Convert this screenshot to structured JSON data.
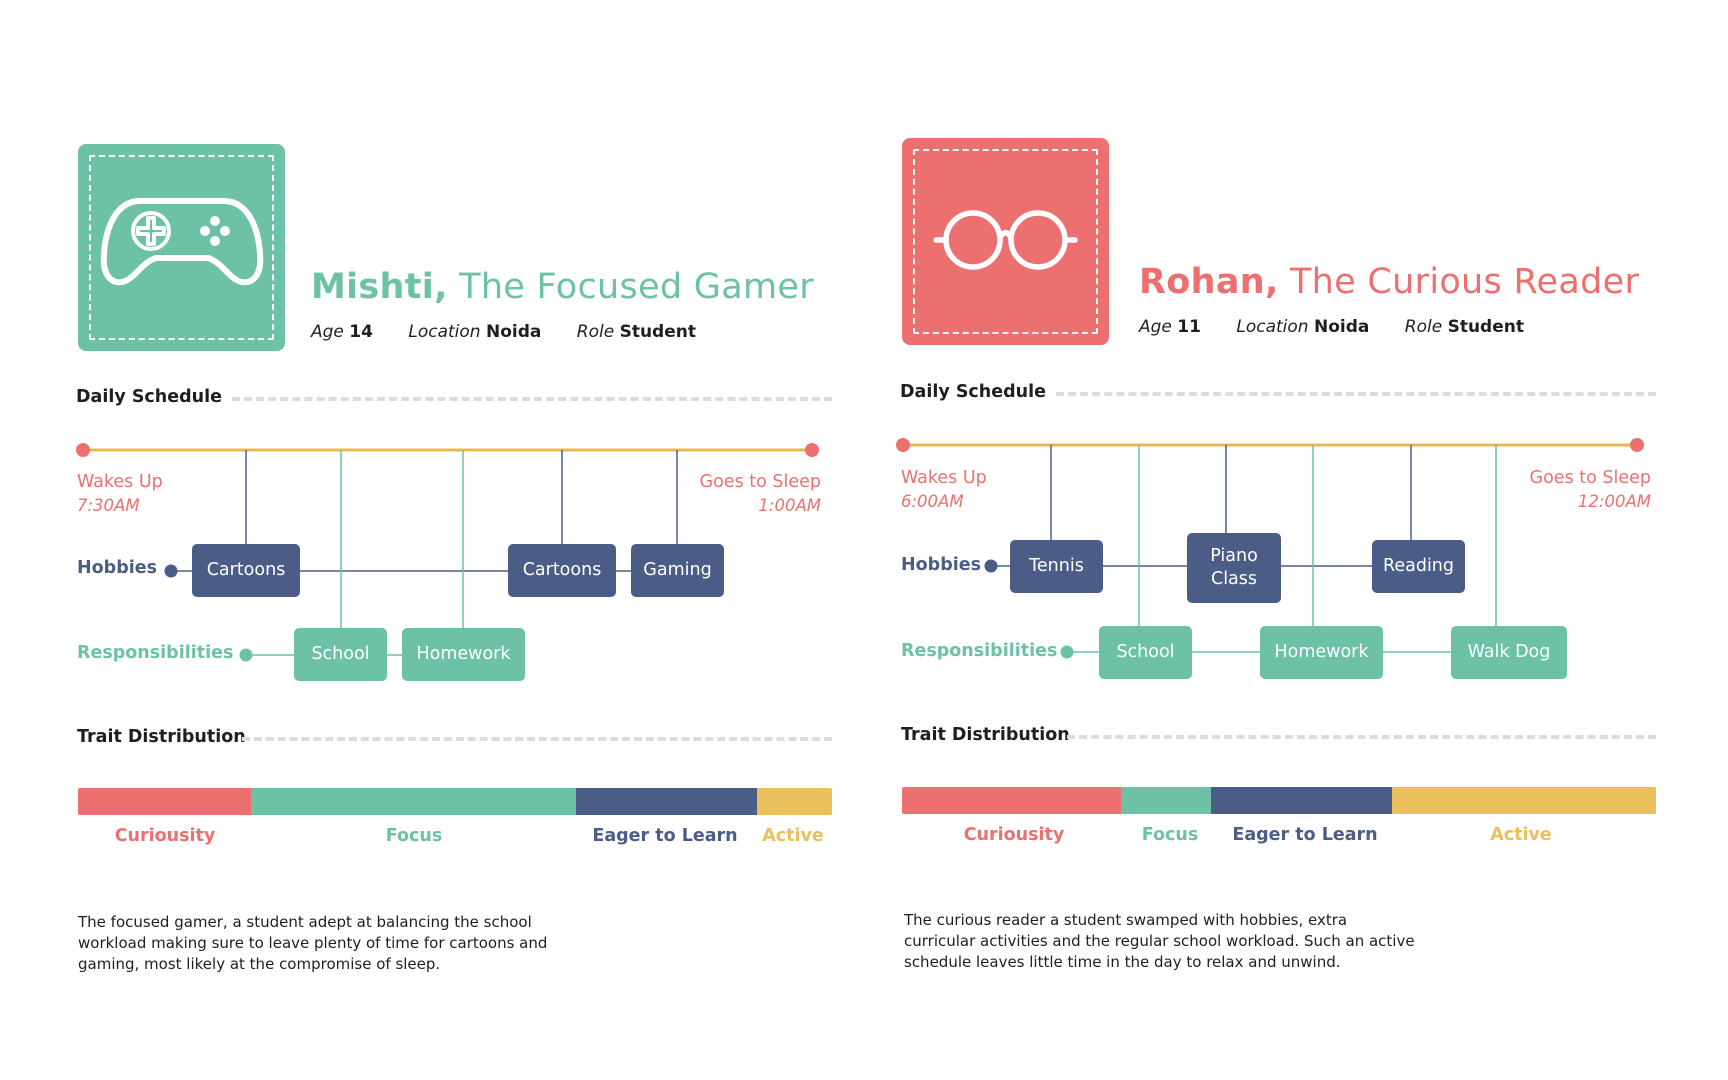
{
  "colors": {
    "red": "#ec7070",
    "teal": "#6cc1a7",
    "navy": "#4b5d87",
    "yellow": "#eabf5c",
    "orange_line": "#e9b650",
    "text": "#1f1f1f",
    "dash": "#dcdcdc"
  },
  "personas": [
    {
      "icon": "gamepad-icon",
      "accent": "#6cc1a7",
      "name": "Mishti,",
      "subtitle": "The Focused Gamer",
      "age_label": "Age",
      "age_value": "14",
      "location_label": "Location",
      "location_value": "Noida",
      "role_label": "Role",
      "role_value": "Student",
      "schedule_heading": "Daily Schedule",
      "wake_label": "Wakes Up",
      "wake_time": "7:30AM",
      "sleep_label": "Goes to Sleep",
      "sleep_time": "1:00AM",
      "hobbies_label": "Hobbies",
      "responsibilities_label": "Responsibilities",
      "hobbies": [
        {
          "label": "Cartoons",
          "time": 0.22
        },
        {
          "label": "Cartoons",
          "time": 0.65
        },
        {
          "label": "Gaming",
          "time": 0.8
        }
      ],
      "responsibilities": [
        {
          "label": "School",
          "time": 0.35
        },
        {
          "label": "Homework",
          "time": 0.52
        }
      ],
      "traits_heading": "Trait Distribution",
      "traits": [
        {
          "name": "Curiousity",
          "share": 0.23,
          "color": "#ec7070"
        },
        {
          "name": "Focus",
          "share": 0.43,
          "color": "#6cc1a7"
        },
        {
          "name": "Eager to Learn",
          "share": 0.24,
          "color": "#4b5d87"
        },
        {
          "name": "Active",
          "share": 0.1,
          "color": "#eabf5c"
        }
      ],
      "description": "The focused gamer, a student adept at balancing the school\nworkload making sure to leave plenty of time for cartoons and\ngaming, most likely at the compromise of sleep."
    },
    {
      "icon": "glasses-icon",
      "accent": "#ec7070",
      "name": "Rohan,",
      "subtitle": "The Curious Reader",
      "age_label": "Age",
      "age_value": "11",
      "location_label": "Location",
      "location_value": "Noida",
      "role_label": "Role",
      "role_value": "Student",
      "schedule_heading": "Daily Schedule",
      "wake_label": "Wakes Up",
      "wake_time": "6:00AM",
      "sleep_label": "Goes to Sleep",
      "sleep_time": "12:00AM",
      "hobbies_label": "Hobbies",
      "responsibilities_label": "Responsibilities",
      "hobbies": [
        {
          "label": "Tennis",
          "time": 0.2
        },
        {
          "label": "Piano\nClass",
          "time": 0.44
        },
        {
          "label": "Reading",
          "time": 0.69
        }
      ],
      "responsibilities": [
        {
          "label": "School",
          "time": 0.32
        },
        {
          "label": "Homework",
          "time": 0.56
        },
        {
          "label": "Walk Dog",
          "time": 0.81
        }
      ],
      "traits_heading": "Trait Distribution",
      "traits": [
        {
          "name": "Curiousity",
          "share": 0.29,
          "color": "#ec7070"
        },
        {
          "name": "Focus",
          "share": 0.12,
          "color": "#6cc1a7"
        },
        {
          "name": "Eager to Learn",
          "share": 0.24,
          "color": "#4b5d87"
        },
        {
          "name": "Active",
          "share": 0.35,
          "color": "#eabf5c"
        }
      ],
      "description": "The curious reader a  student swamped with hobbies, extra\ncurricular activities and the regular school workload. Such an active\nschedule leaves little time in the day to relax and unwind."
    }
  ]
}
